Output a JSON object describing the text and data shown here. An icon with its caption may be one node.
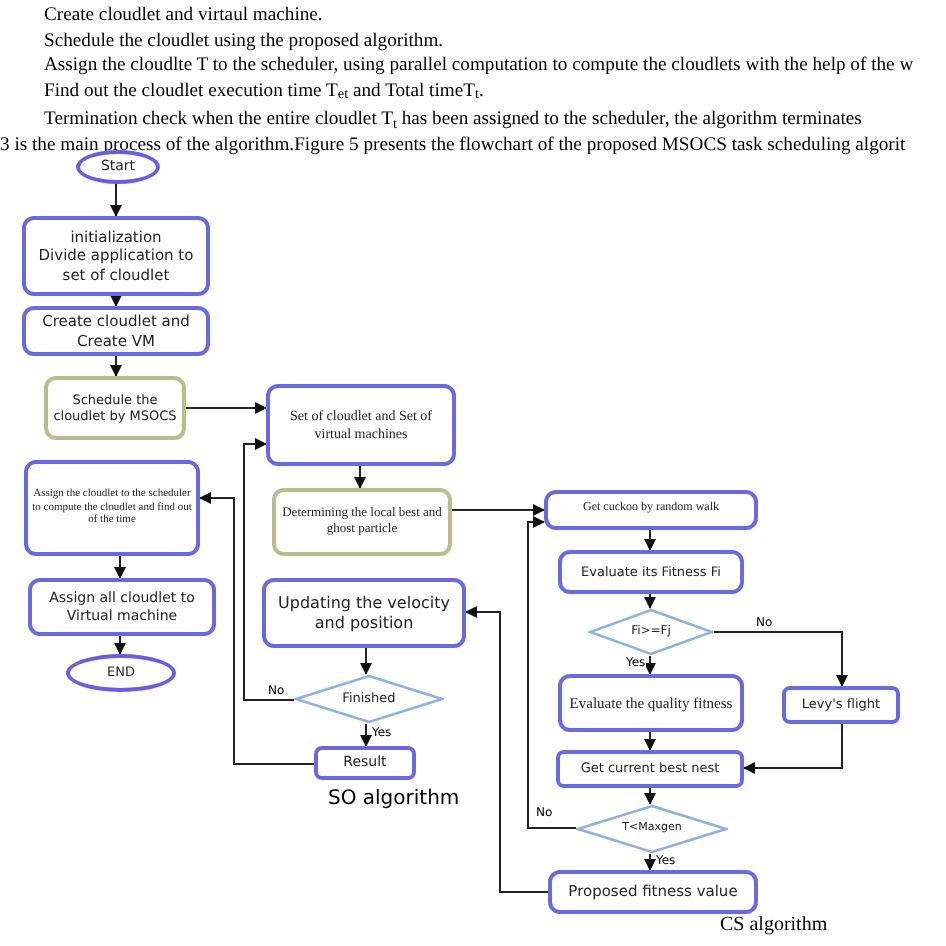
{
  "diagram": {
    "nodes": [
      {
        "text": [
          "Start"
        ]
      },
      {
        "text": [
          "initialization",
          "Divide application to set of cloudlet"
        ]
      },
      {
        "text": [
          "Create cloudlet and Create VM"
        ]
      },
      {
        "text": [
          "Schedule the cloudlet by MSOCS"
        ]
      },
      {
        "text": [
          "Assign the cloudlet to the scheduler to compute the cloudlet and find out of the time"
        ]
      },
      {
        "text": [
          "Assign all cloudlet to Virtual machine"
        ]
      },
      {
        "text": [
          "END"
        ]
      },
      {
        "text": [
          "Set of cloudlet and Set of virtual machines"
        ]
      },
      {
        "text": [
          "Determining the local best and ghost particle"
        ]
      },
      {
        "text": [
          "Updating the velocity and position"
        ]
      },
      {
        "text": [
          "Finished"
        ]
      },
      {
        "text": [
          "Result"
        ]
      },
      {
        "text": [
          "Get cuckoo by random walk"
        ]
      },
      {
        "text": [
          "Evaluate its Fitness Fi"
        ]
      },
      {
        "text": [
          "Fi>=Fj"
        ]
      },
      {
        "text": [
          "Evaluate the quality fitness"
        ]
      },
      {
        "text": [
          "Levy's flight"
        ]
      },
      {
        "text": [
          "Get current best nest"
        ]
      },
      {
        "text": [
          "T<Maxgen"
        ]
      },
      {
        "text": [
          "Proposed fitness value"
        ]
      }
    ],
    "edges": [
      {
        "from": 0,
        "to": 1,
        "arrow": "to"
      },
      {
        "from": 1,
        "to": 2,
        "arrow": "to"
      },
      {
        "from": 2,
        "to": 3,
        "arrow": "to"
      },
      {
        "from": 3,
        "to": 7,
        "arrow": "to"
      },
      {
        "from": 4,
        "to": 5,
        "arrow": "to"
      },
      {
        "from": 5,
        "to": 6,
        "arrow": "to"
      },
      {
        "from": 7,
        "to": 8,
        "arrow": "to"
      },
      {
        "from": 8,
        "to": 12,
        "arrow": "to"
      },
      {
        "from": 9,
        "to": 10,
        "arrow": "to"
      },
      {
        "from": 10,
        "to": 7,
        "arrow": "to",
        "label": "No"
      },
      {
        "from": 10,
        "to": 11,
        "arrow": "to",
        "label": "Yes"
      },
      {
        "from": 11,
        "to": 4,
        "arrow": "to"
      },
      {
        "from": 12,
        "to": 13,
        "arrow": "to"
      },
      {
        "from": 13,
        "to": 14,
        "arrow": "to"
      },
      {
        "from": 14,
        "to": 15,
        "arrow": "to",
        "label": "Yes"
      },
      {
        "from": 14,
        "to": 16,
        "arrow": "to",
        "label": "No"
      },
      {
        "from": 16,
        "to": 17,
        "arrow": "to"
      },
      {
        "from": 15,
        "to": 17,
        "arrow": "to"
      },
      {
        "from": 17,
        "to": 18,
        "arrow": "to"
      },
      {
        "from": 18,
        "to": 12,
        "arrow": "to",
        "label": "No"
      },
      {
        "from": 18,
        "to": 19,
        "arrow": "to",
        "label": "Yes"
      },
      {
        "from": 19,
        "to": 9,
        "arrow": "to"
      }
    ],
    "labels": [
      "Create cloudlet and virtaul machine.",
      "Schedule the cloudlet using the proposed algorithm.",
      "Assign the cloudlte T to the scheduler, using parallel computation to compute the cloudlets with  the help of the w",
      "Find out the cloudlet execution time T$_{et}$ and Total timeT$_{t}$.",
      "Termination check when the entire cloudlet T$_{t}$ has been assigned to the scheduler, the algorithm terminates",
      "3 is the main process of the algorithm.Figure 5 presents the flowchart of the proposed MSOCS task scheduling algorit",
      "SO algorithm",
      "CS algorithm"
    ]
  }
}
